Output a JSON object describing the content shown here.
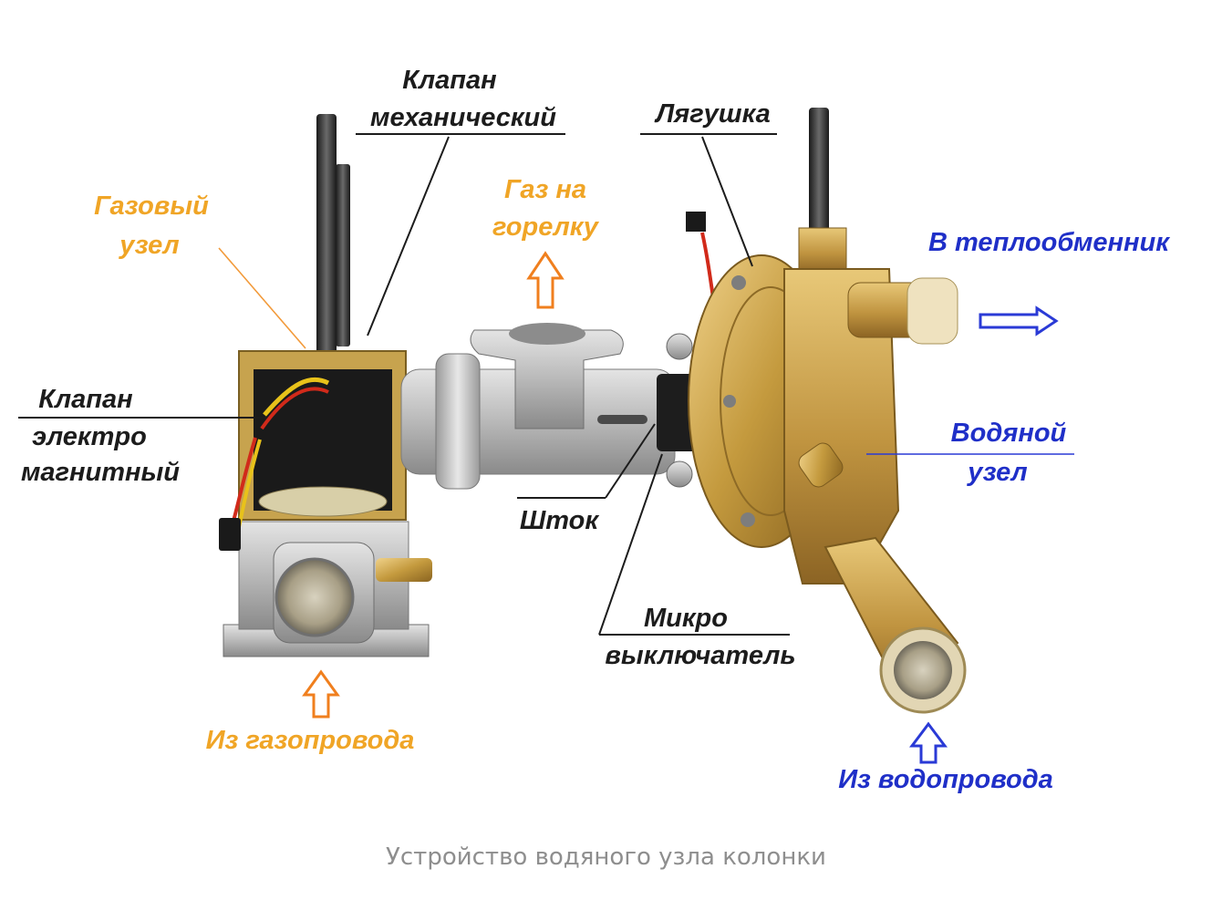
{
  "labels": {
    "mech_valve": [
      "Клапан",
      "механический"
    ],
    "gas_unit": [
      "Газовый",
      "узел"
    ],
    "gas_to_burner": [
      "Газ на",
      "горелку"
    ],
    "frog": "Лягушка",
    "to_exchanger": "В теплообменник",
    "em_valve": [
      "Клапан",
      "электро",
      "магнитный"
    ],
    "water_unit": [
      "Водяной",
      "узел"
    ],
    "rod": "Шток",
    "micro_switch": [
      "Микро",
      "выключатель"
    ],
    "from_gas": "Из газопровода",
    "from_water": "Из водопровода"
  },
  "caption": "Устройство водяного узла колонки",
  "colors": {
    "dark_label": "#1c1c1c",
    "orange_label": "#f0a526",
    "blue_label": "#1f2fc8",
    "arrow_orange": "#f07f1e",
    "arrow_blue": "#2a3ad6",
    "caption": "#8e8e8e"
  }
}
